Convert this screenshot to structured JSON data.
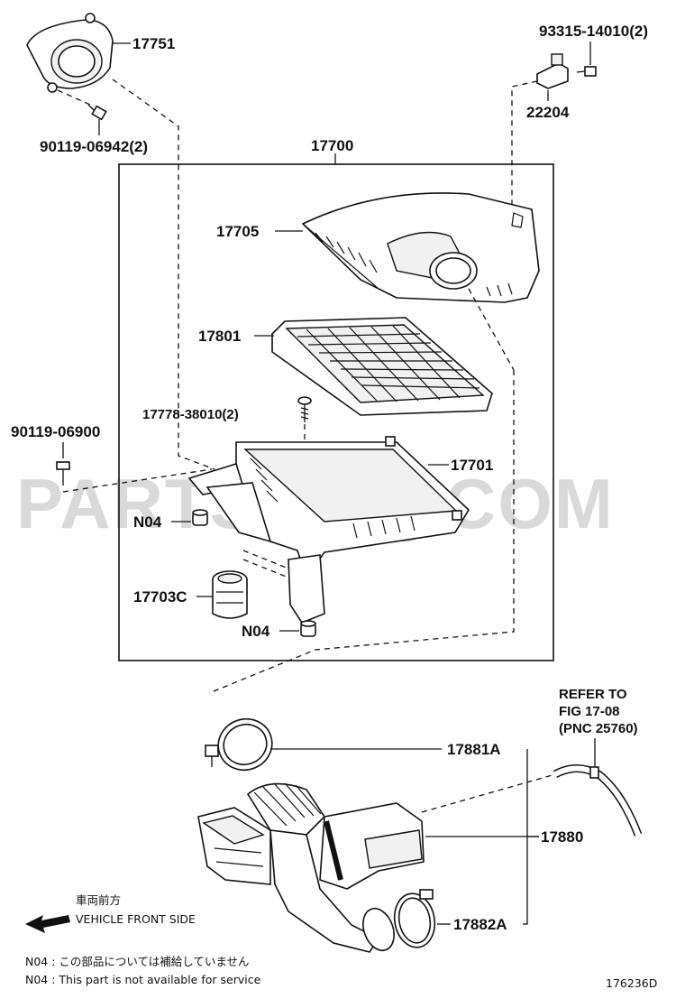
{
  "watermark": "PARTSOUQ.COM",
  "parts": {
    "p17751": "17751",
    "p90119_06942": "90119-06942(2)",
    "p93315": "93315-14010(2)",
    "p22204": "22204",
    "p17700": "17700",
    "p17705": "17705",
    "p17801": "17801",
    "p17778": "17778-38010(2)",
    "p90119_06900": "90119-06900",
    "p17701": "17701",
    "pN04a": "N04",
    "p17703C": "17703C",
    "pN04b": "N04",
    "p17881A": "17881A",
    "p17880": "17880",
    "p17882A": "17882A"
  },
  "refer": {
    "line1": "REFER TO",
    "line2": "FIG 17-08",
    "line3": "(PNC 25760)"
  },
  "front": {
    "jp": "車両前方",
    "en": "VEHICLE FRONT SIDE"
  },
  "notes": {
    "jp": "N04 : この部品については補給していません",
    "en": "N04 : This part is not available for service"
  },
  "figure_id": "176236D"
}
